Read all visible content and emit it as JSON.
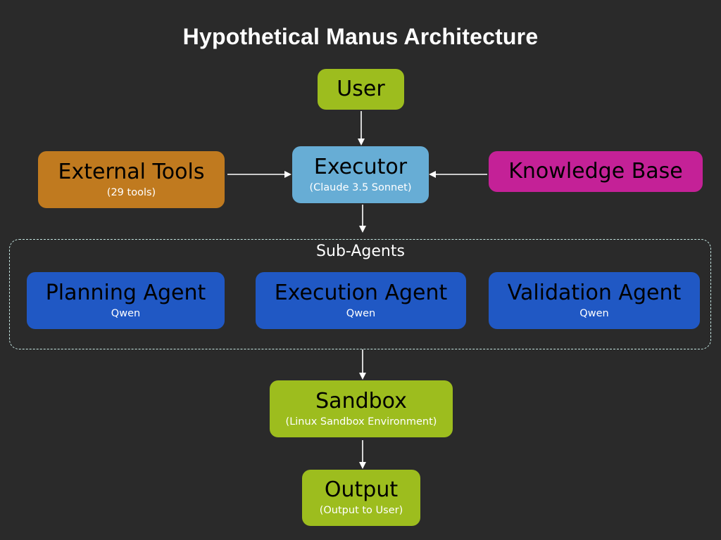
{
  "title": "Hypothetical Manus Architecture",
  "colors": {
    "background": "#2a2a2a",
    "green": "#9dbd1e",
    "orange": "#c07a1f",
    "magenta": "#c42197",
    "light_blue": "#67add5",
    "blue": "#2058c4",
    "arrow": "#ffffff",
    "group_border": "#c6e6e2"
  },
  "nodes": {
    "user": {
      "label": "User"
    },
    "executor": {
      "label": "Executor",
      "sub": "(Claude 3.5 Sonnet)"
    },
    "external_tools": {
      "label": "External Tools",
      "sub": "(29 tools)"
    },
    "knowledge_base": {
      "label": "Knowledge Base"
    },
    "planning_agent": {
      "label": "Planning Agent",
      "sub": "Qwen"
    },
    "execution_agent": {
      "label": "Execution Agent",
      "sub": "Qwen"
    },
    "validation_agent": {
      "label": "Validation Agent",
      "sub": "Qwen"
    },
    "sandbox": {
      "label": "Sandbox",
      "sub": "(Linux Sandbox Environment)"
    },
    "output": {
      "label": "Output",
      "sub": "(Output to User)"
    }
  },
  "group": {
    "label": "Sub-Agents"
  },
  "edges": [
    {
      "from": "User",
      "to": "Executor"
    },
    {
      "from": "External Tools",
      "to": "Executor"
    },
    {
      "from": "Knowledge Base",
      "to": "Executor"
    },
    {
      "from": "Executor",
      "to": "Sub-Agents"
    },
    {
      "from": "Sub-Agents",
      "to": "Sandbox"
    },
    {
      "from": "Sandbox",
      "to": "Output"
    }
  ]
}
